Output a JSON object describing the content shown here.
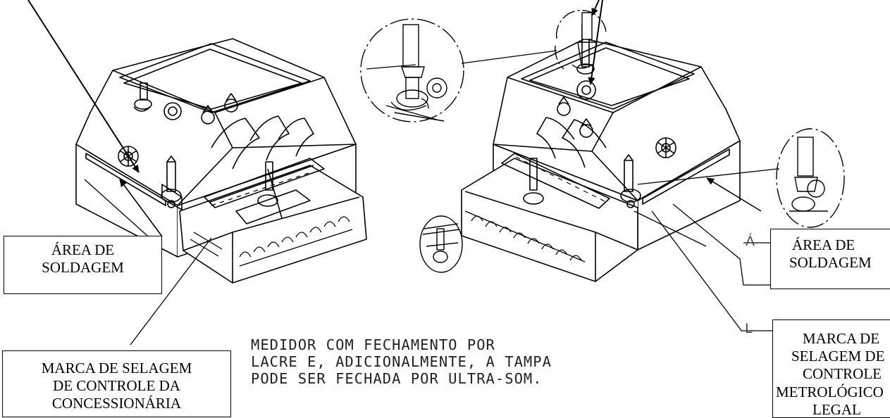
{
  "labels": {
    "solder_left": [
      "ÁREA DE",
      "SOLDAGEM"
    ],
    "seal_left": [
      "MARCA DE SELAGEM",
      "DE CONTROLE DA",
      "CONCESSIONÁRIA"
    ],
    "solder_right": [
      "ÁREA DE",
      "SOLDAGEM"
    ],
    "seal_right": [
      "MARCA DE",
      "SELAGEM DE",
      "CONTROLE",
      "METROLÓGICO",
      "LEGAL"
    ],
    "frag_a": "Á",
    "frag_l": "L"
  },
  "caption": [
    "MEDIDOR COM FECHAMENTO POR",
    "LACRE E, ADICIONALMENTE, A TAMPA",
    "PODE SER FECHADA POR ULTRA-SOM."
  ],
  "colors": {
    "ink": "#000000",
    "paper": "#ffffff"
  }
}
